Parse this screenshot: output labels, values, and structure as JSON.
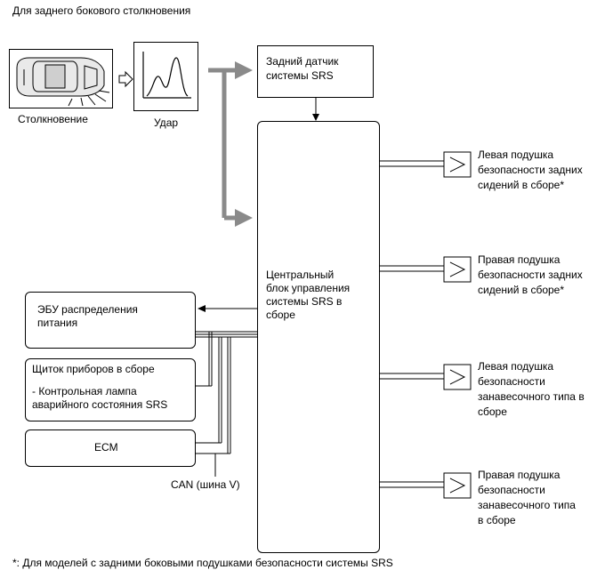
{
  "header": {
    "title": "Для заднего бокового столкновения"
  },
  "collision": {
    "label": "Столкновение",
    "icon": "car-collision-icon"
  },
  "impact": {
    "label": "Удар",
    "icon": "impact-waveform-icon"
  },
  "rear_sensor": {
    "line1": "Задний датчик",
    "line2": "системы SRS"
  },
  "center": {
    "lines": [
      "Центральный",
      "блок управления",
      "системы SRS в",
      "сборе"
    ]
  },
  "ecu_power": {
    "line1": "ЭБУ распределения",
    "line2": "питания"
  },
  "cluster": {
    "line1": "Щиток приборов в сборе",
    "line2": "- Контрольная лампа",
    "line3": "аварийного состояния SRS"
  },
  "ecm": {
    "label": "ECM"
  },
  "can": {
    "label": "CAN (шина V)"
  },
  "airbags": [
    {
      "icon": "airbag-connector-icon",
      "lines": [
        "Левая подушка",
        "безопасности задних",
        "сидений в сборе*"
      ]
    },
    {
      "icon": "airbag-connector-icon",
      "lines": [
        "Правая подушка",
        "безопасности задних",
        "сидений в сборе*"
      ]
    },
    {
      "icon": "airbag-connector-icon",
      "lines": [
        "Левая подушка",
        "безопасности",
        "занавесочного типа в",
        "сборе"
      ]
    },
    {
      "icon": "airbag-connector-icon",
      "lines": [
        "Правая подушка",
        "безопасности",
        "занавесочного типа",
        "в сборе"
      ]
    }
  ],
  "footnote": "*: Для моделей с задними боковыми подушками безопасности системы SRS"
}
